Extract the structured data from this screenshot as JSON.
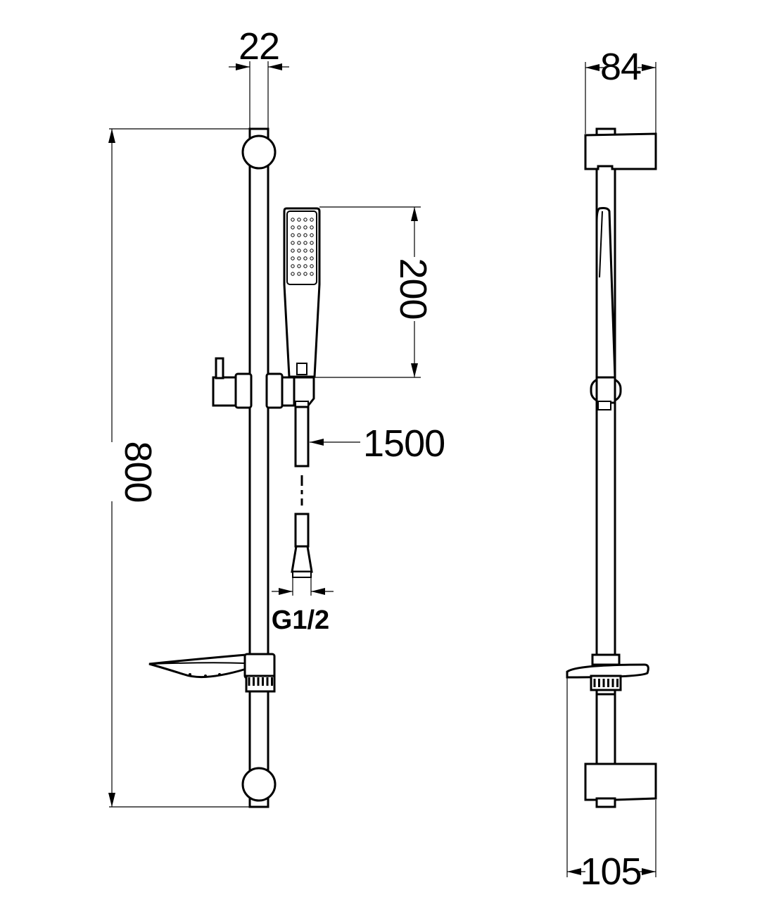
{
  "dimensions": {
    "rail_diameter": "22",
    "rail_length": "800",
    "handshower_length": "200",
    "hose_length": "1500",
    "hose_connection": "G1/2",
    "bracket_projection": "84",
    "soap_dish_projection": "105"
  },
  "colors": {
    "line": "#000000",
    "background": "#ffffff"
  }
}
